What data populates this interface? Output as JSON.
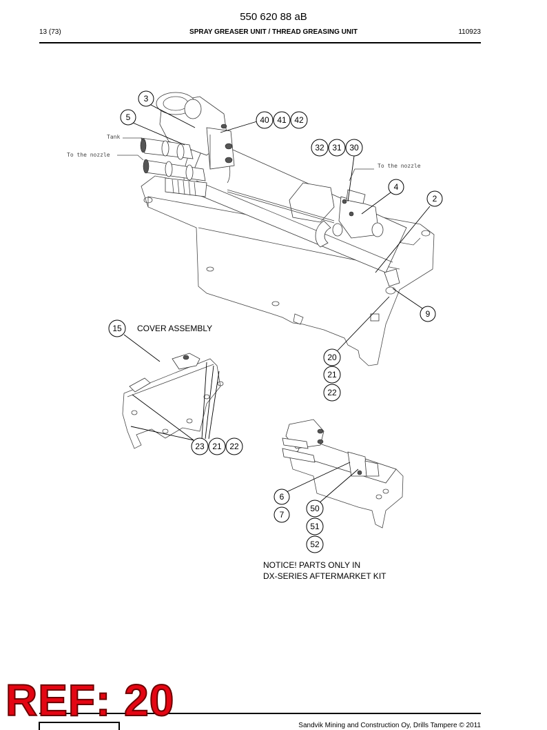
{
  "header": {
    "doc_number": "550 620 88 aB",
    "page": "13 (73)",
    "title": "SPRAY GREASER UNIT / THREAD GREASING UNIT",
    "date": "110923"
  },
  "labels": {
    "tank": "Tank",
    "nozzle_left": "To the nozzle",
    "nozzle_right": "To the nozzle",
    "cover_assembly": "COVER ASSEMBLY",
    "notice_line1": "NOTICE! PARTS ONLY IN",
    "notice_line2": "DX-SERIES AFTERMARKET KIT"
  },
  "callouts": {
    "c3": "3",
    "c5": "5",
    "c40": "40",
    "c41": "41",
    "c42": "42",
    "c32": "32",
    "c31": "31",
    "c30": "30",
    "c4": "4",
    "c2": "2",
    "c9": "9",
    "c15": "15",
    "c20": "20",
    "c21a": "21",
    "c22a": "22",
    "c23": "23",
    "c21b": "21",
    "c22b": "22",
    "c6": "6",
    "c7": "7",
    "c50": "50",
    "c51": "51",
    "c52": "52"
  },
  "stamp": {
    "text": "REF: 20",
    "color": "#e30613"
  },
  "footer": {
    "text": "Sandvik Mining and Construction Oy, Drills Tampere © 2011"
  }
}
